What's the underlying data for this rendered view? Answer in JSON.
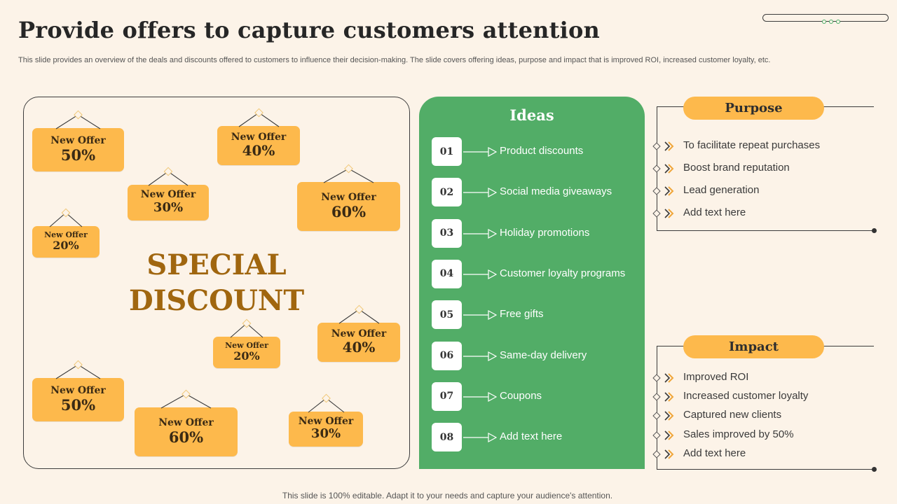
{
  "slide": {
    "title": "Provide offers to capture customers attention",
    "subtitle": "This slide provides an overview of the deals and discounts offered to customers to influence their decision-making. The slide covers offering ideas, purpose and impact that is improved ROI,  increased customer loyalty, etc.",
    "footer": "This slide is 100% editable. Adapt it to your needs and capture your audience's attention."
  },
  "discount_panel": {
    "headline_line1": "SPECIAL",
    "headline_line2": "DISCOUNT",
    "tags": [
      {
        "label": "New Offer",
        "value": "50%"
      },
      {
        "label": "New Offer",
        "value": "40%"
      },
      {
        "label": "New Offer",
        "value": "30%"
      },
      {
        "label": "New Offer",
        "value": "60%"
      },
      {
        "label": "New Offer",
        "value": "20%"
      },
      {
        "label": "New Offer",
        "value": "40%"
      },
      {
        "label": "New Offer",
        "value": "20%"
      },
      {
        "label": "New Offer",
        "value": "50%"
      },
      {
        "label": "New Offer",
        "value": "60%"
      },
      {
        "label": "New Offer",
        "value": "30%"
      }
    ]
  },
  "ideas": {
    "title": "Ideas",
    "items": [
      {
        "num": "01",
        "text": "Product discounts"
      },
      {
        "num": "02",
        "text": "Social media giveaways"
      },
      {
        "num": "03",
        "text": "Holiday promotions"
      },
      {
        "num": "04",
        "text": "Customer loyalty programs"
      },
      {
        "num": "05",
        "text": "Free gifts"
      },
      {
        "num": "06",
        "text": "Same-day delivery"
      },
      {
        "num": "07",
        "text": "Coupons"
      },
      {
        "num": "08",
        "text": "Add text here"
      }
    ]
  },
  "purpose": {
    "title": "Purpose",
    "items": [
      "To facilitate repeat purchases",
      "Boost brand reputation",
      "Lead generation",
      "Add text here"
    ]
  },
  "impact": {
    "title": "Impact",
    "items": [
      "Improved ROI",
      "Increased customer loyalty",
      "Captured new clients",
      "Sales improved by 50%",
      "Add text here"
    ]
  },
  "colors": {
    "background": "#fcf3e8",
    "accent_orange": "#fdb94c",
    "accent_green": "#52ad67",
    "headline_brown": "#a0660f"
  },
  "icons": {
    "idea_arrow": "arrow-right-outline-icon",
    "bullet_marker": "double-chevron-right-icon",
    "tag_hanger": "hanging-string-icon"
  }
}
